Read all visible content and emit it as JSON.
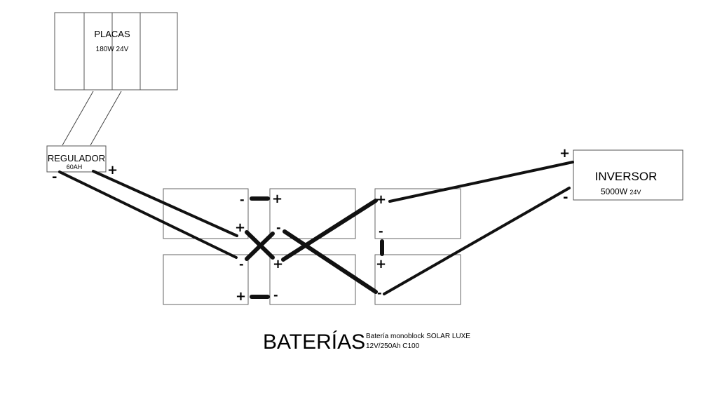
{
  "panels": {
    "title": "PLACAS",
    "spec": "180W 24V"
  },
  "regulator": {
    "title": "REGULADOR",
    "spec": "60AH",
    "plus": "+",
    "minus": "-"
  },
  "inverter": {
    "title": "INVERSOR",
    "spec_main": "5000W",
    "spec_volt": "24V",
    "plus": "+",
    "minus": "-"
  },
  "batteries": {
    "title": "BATERÍAS",
    "model": "Batería monoblock SOLAR LUXE",
    "spec": "12V/250Ah C100"
  },
  "terminals": {
    "b1_right_minus": "-",
    "b2_left_plus": "+",
    "b1_plus": "+",
    "b3_minus": "-",
    "b2_minus": "-",
    "b4_plus": "+",
    "b3_bottom_plus": "+",
    "b4_bottom_minus": "-",
    "b5_plus": "+",
    "b5_minus": "-",
    "b6_plus": "+",
    "b6_minus": "-"
  },
  "colors": {
    "line": "#000000",
    "box_border": "#555555"
  }
}
